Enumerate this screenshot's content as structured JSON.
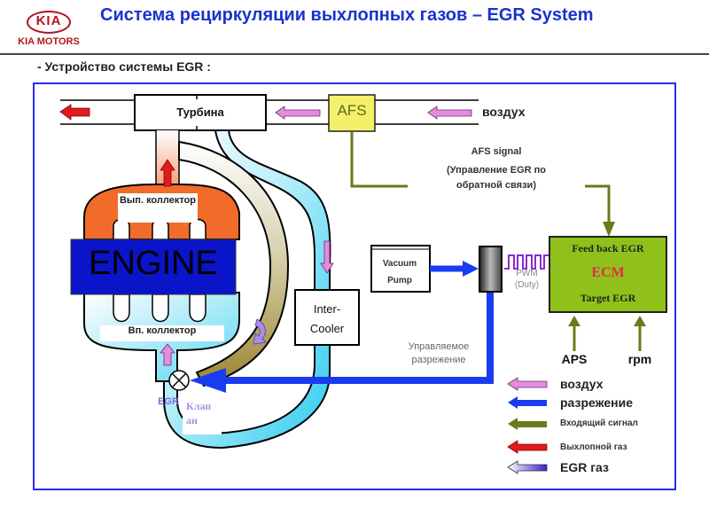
{
  "header": {
    "logo_mark": "KIA",
    "logo_text": "KIA MOTORS",
    "title": "Система рециркуляции выхлопных газов – EGR System",
    "subtitle": "- Устройство системы EGR :"
  },
  "diagram": {
    "turbine_label": "Турбина",
    "afs_label": "AFS",
    "air_in_label": "воздух",
    "afs_signal_label": "AFS signal",
    "afs_signal_note": "(Управление EGR по обратной связи)",
    "exhaust_manifold_label": "Вып. коллектор",
    "engine_label": "ENGINE",
    "intake_manifold_label": "Вп. коллектор",
    "egr_label": "EGR",
    "valve_label": "Клап ан",
    "intercooler_label": "Inter- Cooler",
    "vacuum_pump_label": "Vacuum Pump",
    "pwm_label": "PWM",
    "duty_label": "(Duty)",
    "controlled_vacuum_label": "Управляемое разрежение",
    "ecm": {
      "top_label": "Feed back EGR",
      "name": "ECM",
      "bottom_label": "Target EGR"
    },
    "inputs": [
      "APS",
      "rpm"
    ]
  },
  "legend": [
    {
      "label": "воздух",
      "icon": "air-arrow-icon",
      "color": "#e48ce0"
    },
    {
      "label": "разрежение",
      "icon": "vacuum-arrow-icon",
      "color": "#1a3cf0"
    },
    {
      "label": "Входящий сигнал",
      "icon": "input-signal-arrow-icon",
      "color": "#6b7a1a"
    },
    {
      "label": "Выхлопной газ",
      "icon": "exhaust-gas-arrow-icon",
      "color": "#d81e1e"
    },
    {
      "label": "EGR газ",
      "icon": "egr-gas-arrow-icon",
      "color": "#5a2bd6"
    }
  ],
  "colors": {
    "title": "#1a33cc",
    "frame": "#2a2aee",
    "engine": "#0a14c8",
    "exhaust_manifold": "#f26b2a",
    "ecm": "#8fc11a",
    "afs": "#f5f06a",
    "coolant_pipe": "#36cdf0",
    "egr_pipe": "#9a8a3a"
  }
}
